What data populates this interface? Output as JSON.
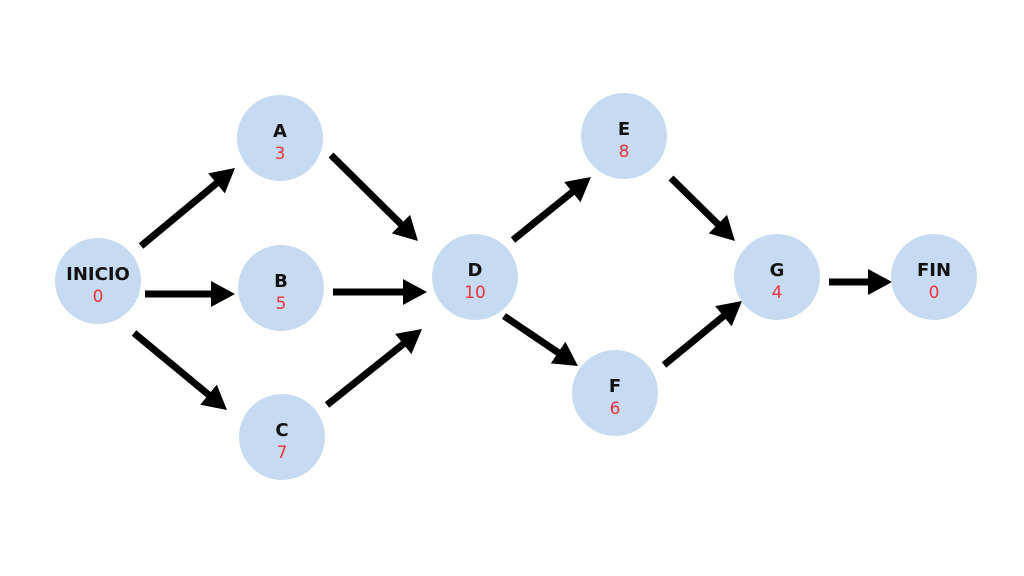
{
  "diagram": {
    "type": "activity-network",
    "colors": {
      "node_fill": "#c6daf2",
      "node_name": "#111111",
      "node_duration": "#f2333b",
      "arrow": "#000000"
    },
    "nodes": [
      {
        "id": "INICIO",
        "name": "INICIO",
        "duration": "0"
      },
      {
        "id": "A",
        "name": "A",
        "duration": "3"
      },
      {
        "id": "B",
        "name": "B",
        "duration": "5"
      },
      {
        "id": "C",
        "name": "C",
        "duration": "7"
      },
      {
        "id": "D",
        "name": "D",
        "duration": "10"
      },
      {
        "id": "E",
        "name": "E",
        "duration": "8"
      },
      {
        "id": "F",
        "name": "F",
        "duration": "6"
      },
      {
        "id": "G",
        "name": "G",
        "duration": "4"
      },
      {
        "id": "FIN",
        "name": "FIN",
        "duration": "0"
      }
    ],
    "edges": [
      {
        "from": "INICIO",
        "to": "A"
      },
      {
        "from": "INICIO",
        "to": "B"
      },
      {
        "from": "INICIO",
        "to": "C"
      },
      {
        "from": "A",
        "to": "D"
      },
      {
        "from": "B",
        "to": "D"
      },
      {
        "from": "C",
        "to": "D"
      },
      {
        "from": "D",
        "to": "E"
      },
      {
        "from": "D",
        "to": "F"
      },
      {
        "from": "E",
        "to": "G"
      },
      {
        "from": "F",
        "to": "G"
      },
      {
        "from": "G",
        "to": "FIN"
      }
    ]
  }
}
